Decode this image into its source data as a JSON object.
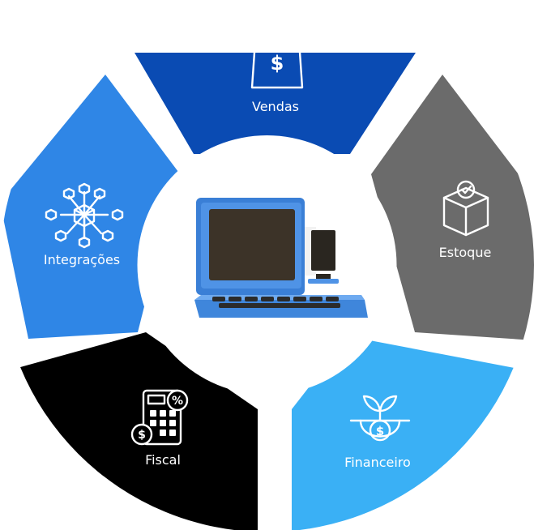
{
  "segments": [
    {
      "id": "vendas",
      "label": "Vendas",
      "color": "#0a4bb3",
      "icon": "shopping-bag-dollar-icon"
    },
    {
      "id": "estoque",
      "label": "Estoque",
      "color": "#6b6b6b",
      "icon": "box-check-icon"
    },
    {
      "id": "financeiro",
      "label": "Financeiro",
      "color": "#3ab0f5",
      "icon": "money-plant-icon"
    },
    {
      "id": "fiscal",
      "label": "Fiscal",
      "color": "#000000",
      "icon": "calculator-percent-icon"
    },
    {
      "id": "integracoes",
      "label": "Integrações",
      "color": "#2f86e6",
      "icon": "network-cubes-icon"
    }
  ],
  "center": {
    "icon": "laptop-icon",
    "accent": "#4a8fe0"
  }
}
